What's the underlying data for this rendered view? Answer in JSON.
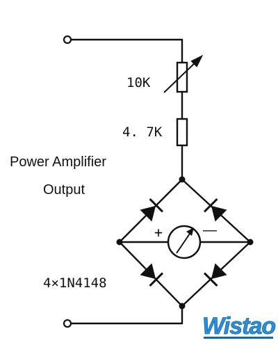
{
  "labels": {
    "resistor_variable": "10K",
    "resistor_fixed": "4. 7K",
    "title_line1": "Power Amplifier",
    "title_line2": "Output",
    "diodes": "4×1N4148",
    "meter_plus": "+",
    "meter_minus": "—"
  },
  "logo": {
    "text": "Wistao",
    "colors": {
      "primary": "#2b8fd6",
      "dark": "#1565b0"
    }
  },
  "colors": {
    "line": "#111111",
    "background": "#ffffff"
  }
}
